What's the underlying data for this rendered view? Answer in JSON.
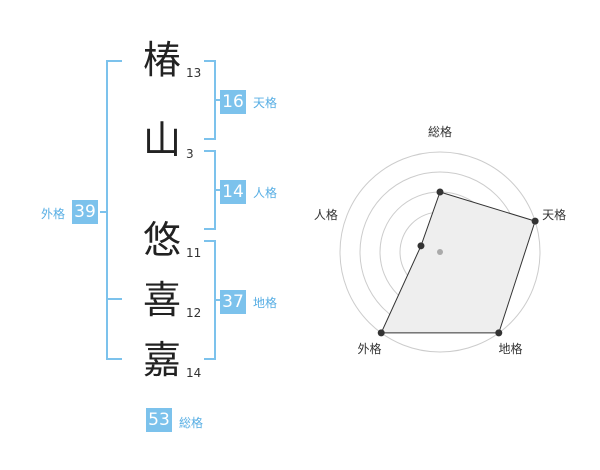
{
  "name_chars": [
    {
      "char": "椿",
      "strokes": "13"
    },
    {
      "char": "山",
      "strokes": "3"
    },
    {
      "char": "悠",
      "strokes": "11"
    },
    {
      "char": "喜",
      "strokes": "12"
    },
    {
      "char": "嘉",
      "strokes": "14"
    }
  ],
  "fortunes": {
    "tenkaku": {
      "label": "天格",
      "value": "16"
    },
    "jinkaku": {
      "label": "人格",
      "value": "14"
    },
    "chikaku": {
      "label": "地格",
      "value": "37"
    },
    "gaikaku": {
      "label": "外格",
      "value": "39"
    },
    "soukaku": {
      "label": "総格",
      "value": "53"
    }
  },
  "chart_data": {
    "type": "radar",
    "axes": [
      "総格",
      "天格",
      "地格",
      "外格",
      "人格"
    ],
    "values": [
      3,
      5,
      5,
      5,
      1
    ],
    "max": 5,
    "rings": 5,
    "colors": {
      "fill": "#eeeeee",
      "line": "#333333",
      "grid": "#cccccc",
      "center": "#aaaaaa"
    }
  },
  "colors": {
    "accent": "#7cc2ec",
    "label": "#57aee4"
  }
}
